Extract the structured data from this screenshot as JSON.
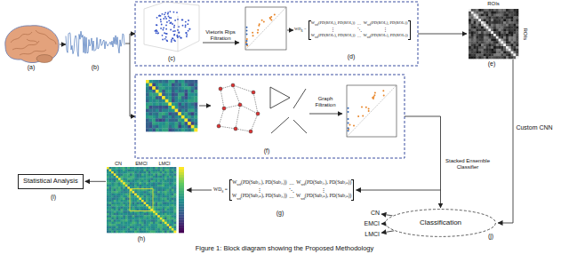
{
  "diagram": {
    "caption": "Figure 1: Block diagram showing the Proposed Methodology",
    "nodes": [
      {
        "text": [
          "Statistical Analysis"
        ]
      },
      {
        "text": [
          "Classification"
        ]
      },
      {
        "text": [
          "CN"
        ]
      },
      {
        "text": [
          "EMCI"
        ]
      },
      {
        "text": [
          "LMCI"
        ]
      }
    ],
    "edges": [
      {
        "from": 1,
        "to": 2,
        "arrow": "to"
      },
      {
        "from": 1,
        "to": 3,
        "arrow": "to"
      },
      {
        "from": 1,
        "to": 4,
        "arrow": "to"
      }
    ],
    "labels": [
      "(a)",
      "(b)",
      "Vietoris Rips Filtration",
      "(c)",
      "WD",
      "R",
      "=",
      "W",
      "wd",
      "(PD(ROI₁), PD(ROI₁))",
      "…",
      "W",
      "wd",
      "(PD(ROI₁), PD(ROIₙ))",
      "⋮",
      "⋱",
      "⋮",
      "W",
      "wd",
      "(PD(ROIₙ), PD(ROI₁))",
      "…",
      "W",
      "wd",
      "(PD(ROIₙ), PD(ROIₙ))",
      "(d)",
      "ROIs",
      "ROIs",
      "(e)",
      "Graph Filtration",
      "(f)",
      "Custom CNN",
      "Stacked Ensemble Classifier",
      "WD",
      "S",
      "=",
      "W",
      "wd",
      "(PD(Subⱼ₁), PD(Subⱼ₁))",
      "…",
      "W",
      "wd",
      "(PD(Subⱼ₁), PD(Subⱼₙ))",
      "⋮",
      "⋱",
      "⋮",
      "W",
      "wd",
      "(PD(Subⱼₙ), PD(Subⱼ₁))",
      "…",
      "W",
      "wd",
      "(PD(Subⱼₙ), PD(Subⱼₙ))",
      "(g)",
      "CN",
      "EMCI",
      "LMCI",
      "(h)",
      "(i)",
      "(j)"
    ]
  }
}
